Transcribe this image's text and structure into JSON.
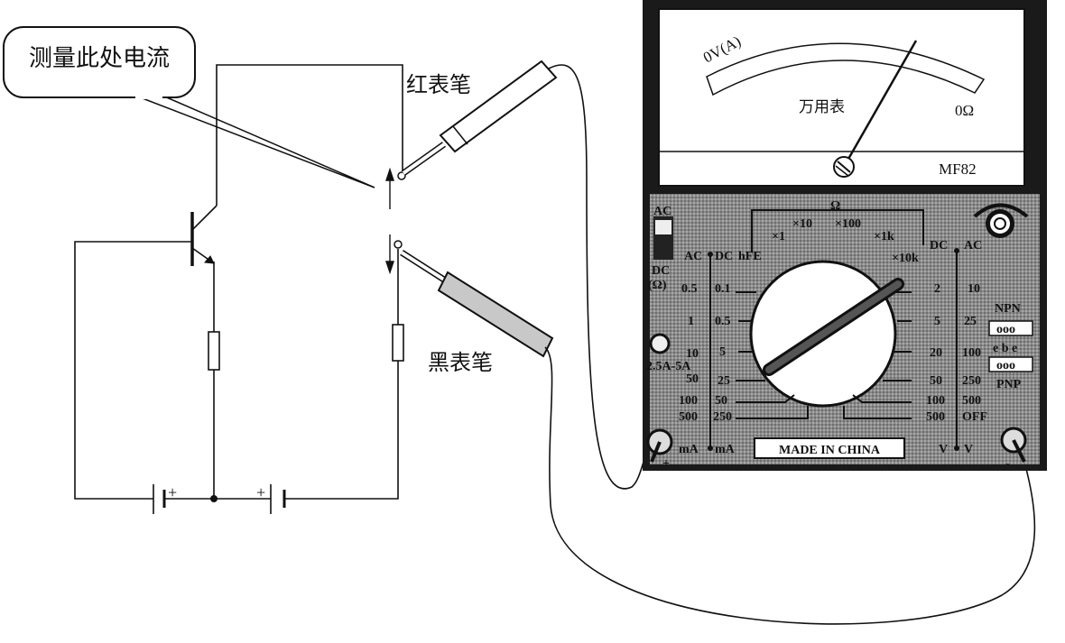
{
  "callout": {
    "text": "测量此处电流"
  },
  "probes": {
    "red_label": "红表笔",
    "black_label": "黑表笔"
  },
  "battery": {
    "plus1": "+",
    "plus2": "+"
  },
  "meter": {
    "scale_left": "0V(A)",
    "scale_right": "0Ω",
    "title": "万用表",
    "model": "MF82",
    "switch_ac": "AC",
    "switch_dc": "DC",
    "switch_ohm": "(Ω)",
    "ohm_header": "Ω",
    "ohm_ranges": [
      "hFE",
      "×1",
      "×10",
      "×100",
      "×1k",
      "×10k"
    ],
    "left_header_ac": "AC",
    "left_header_dc": "DC",
    "left_ac_values": [
      "0.5",
      "1",
      "10",
      "50",
      "100",
      "500"
    ],
    "left_dc_values": [
      "0.1",
      "0.5",
      "5",
      "25",
      "50",
      "250"
    ],
    "jack_label": "2.5A-5A",
    "right_header_dc": "DC",
    "right_header_ac": "AC",
    "right_dc_values": [
      "2",
      "5",
      "20",
      "50",
      "100",
      "500"
    ],
    "right_ac_values": [
      "10",
      "25",
      "100",
      "250",
      "500",
      "OFF"
    ],
    "npn": "NPN",
    "pnp": "PNP",
    "ebe": "e b e",
    "socket_holes": "ooo",
    "unit_ma_ac": "mA",
    "unit_ma_dc": "mA",
    "unit_v_dc": "V",
    "unit_v_ac": "V",
    "made_in": "MADE IN CHINA",
    "plus_jack": "+",
    "minus_jack": "-"
  }
}
